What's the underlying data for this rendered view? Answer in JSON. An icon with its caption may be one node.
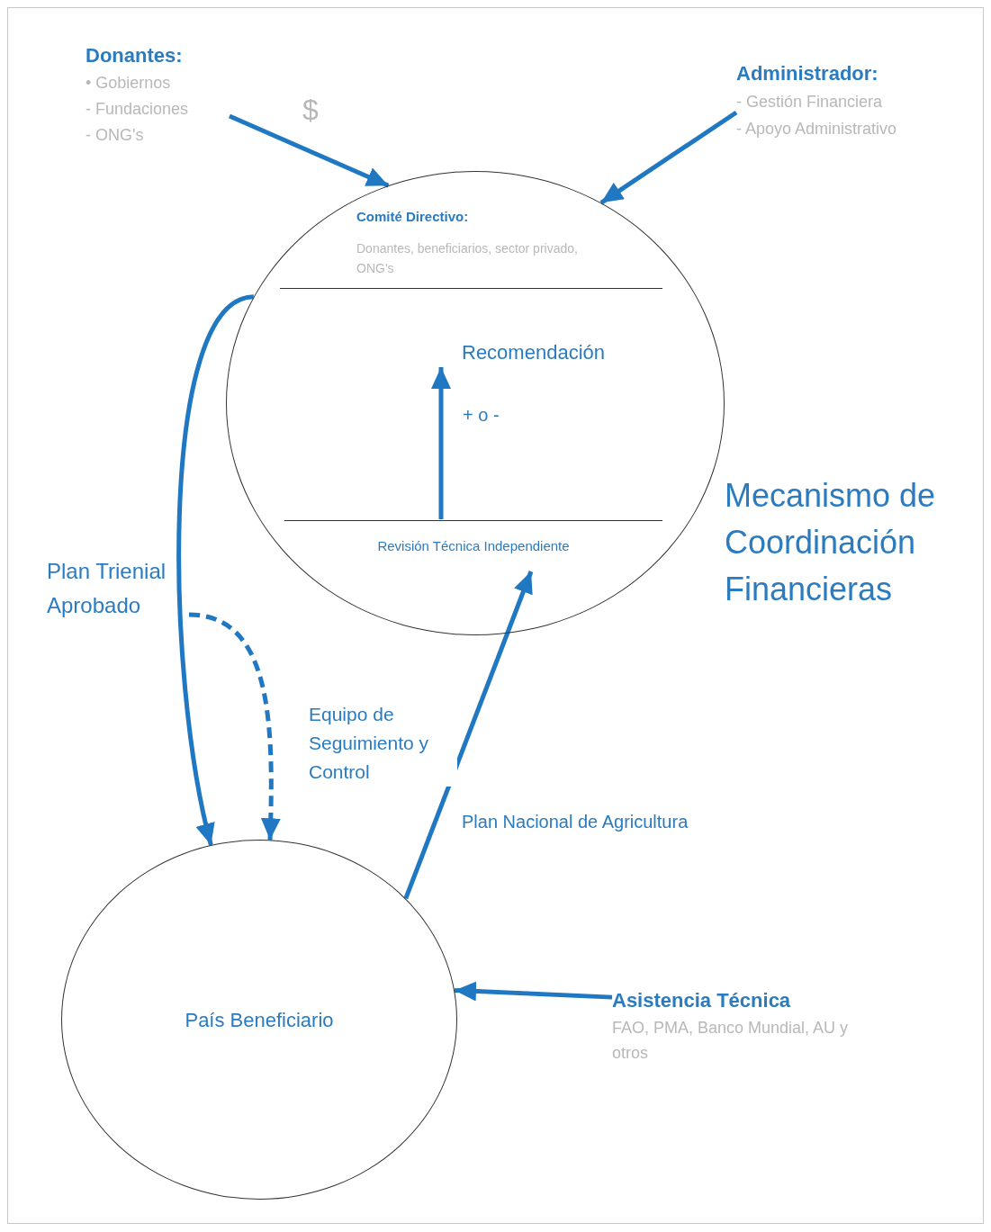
{
  "diagram": {
    "nodes": [
      {
        "text": [
          "Donantes:",
          "• Gobiernos",
          "- Fundaciones",
          "- ONG's"
        ]
      },
      {
        "text": [
          "Administrador:",
          "- Gestión Financiera",
          "- Apoyo Administrativo"
        ]
      },
      {
        "text": [],
        "shape": "circle",
        "beside": [
          "Mecanismo de Coordinación Financieras"
        ]
      },
      {
        "text": [
          "Comité Directivo:",
          "Donantes, beneficiarios, sector privado, ONG's"
        ],
        "in": 2
      },
      {
        "text": [
          "Revisión Técnica Independiente"
        ],
        "in": 2
      },
      {
        "text": [
          "País Beneficiario"
        ]
      },
      {
        "text": [
          "Asistencia Técnica",
          "FAO, PMA, Banco Mundial, AU y otros"
        ]
      },
      {
        "text": [
          "Recomendación"
        ],
        "in": 2
      }
    ],
    "edges": [
      {
        "from": 0,
        "to": 2,
        "arrow": "to",
        "label": "$"
      },
      {
        "from": 1,
        "to": 2,
        "arrow": "to"
      },
      {
        "from": 2,
        "to": 5,
        "arrow": "to",
        "label": "Plan Trienial Aprobado"
      },
      {
        "from": null,
        "to": 5,
        "arrow": "to",
        "style": "dashed",
        "label": "Equipo de Seguimiento y Control"
      },
      {
        "from": 5,
        "to": 4,
        "arrow": "to",
        "label": "Plan Nacional de Agricultura"
      },
      {
        "from": 4,
        "to": 7,
        "arrow": "to",
        "label": "+ o -"
      },
      {
        "from": 6,
        "to": 5,
        "arrow": "to"
      }
    ]
  }
}
